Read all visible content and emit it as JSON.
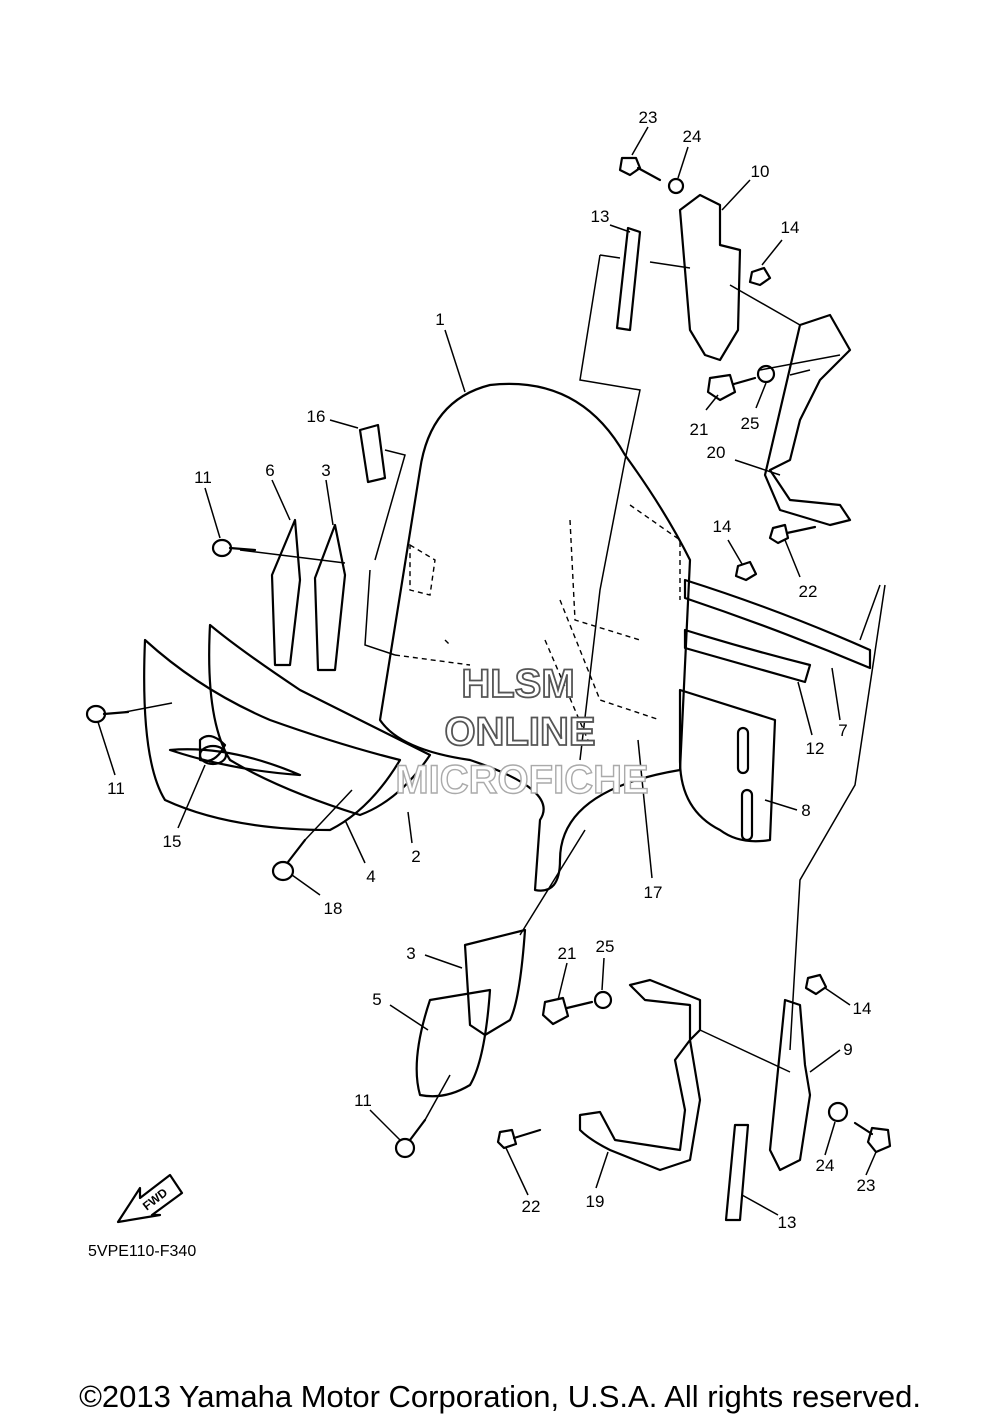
{
  "diagram_code": "5VPE110-F340",
  "fwd_label": "FWD",
  "watermark": {
    "line1": "HLSM",
    "line2": "ONLINE",
    "line3": "MICROFICHE"
  },
  "copyright": "©2013 Yamaha Motor Corporation, U.S.A. All rights reserved.",
  "callouts": [
    "23",
    "24",
    "10",
    "13",
    "14",
    "1",
    "21",
    "25",
    "16",
    "20",
    "11",
    "6",
    "3",
    "14",
    "22",
    "7",
    "12",
    "11",
    "15",
    "4",
    "2",
    "8",
    "18",
    "17",
    "3",
    "21",
    "25",
    "5",
    "14",
    "9",
    "11",
    "24",
    "23",
    "22",
    "19",
    "13"
  ]
}
